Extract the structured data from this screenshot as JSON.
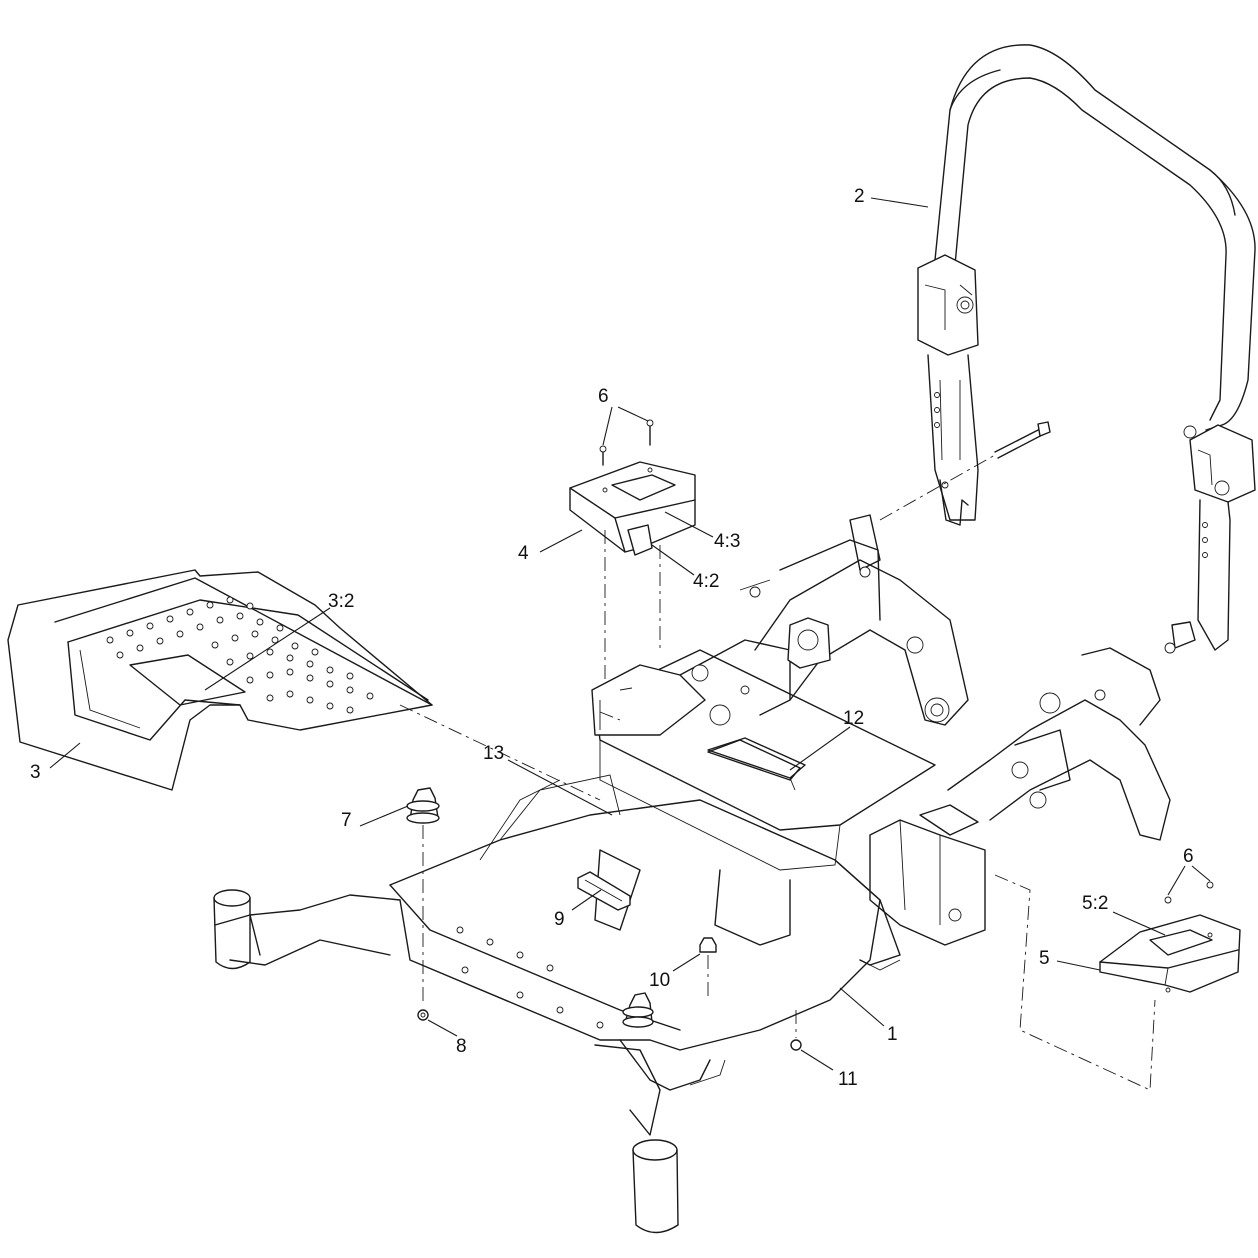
{
  "callouts": [
    {
      "id": "c1",
      "text": "1"
    },
    {
      "id": "c2",
      "text": "2"
    },
    {
      "id": "c3",
      "text": "3"
    },
    {
      "id": "c3_2",
      "text": "3:2"
    },
    {
      "id": "c4",
      "text": "4"
    },
    {
      "id": "c4_2",
      "text": "4:2"
    },
    {
      "id": "c4_3",
      "text": "4:3"
    },
    {
      "id": "c5",
      "text": "5"
    },
    {
      "id": "c5_2",
      "text": "5:2"
    },
    {
      "id": "c6a",
      "text": "6"
    },
    {
      "id": "c6b",
      "text": "6"
    },
    {
      "id": "c7",
      "text": "7"
    },
    {
      "id": "c8",
      "text": "8"
    },
    {
      "id": "c9",
      "text": "9"
    },
    {
      "id": "c10",
      "text": "10"
    },
    {
      "id": "c11",
      "text": "11"
    },
    {
      "id": "c12",
      "text": "12"
    },
    {
      "id": "c13",
      "text": "13"
    }
  ],
  "colors": {
    "line": "#1a1a1a",
    "background": "#ffffff"
  }
}
